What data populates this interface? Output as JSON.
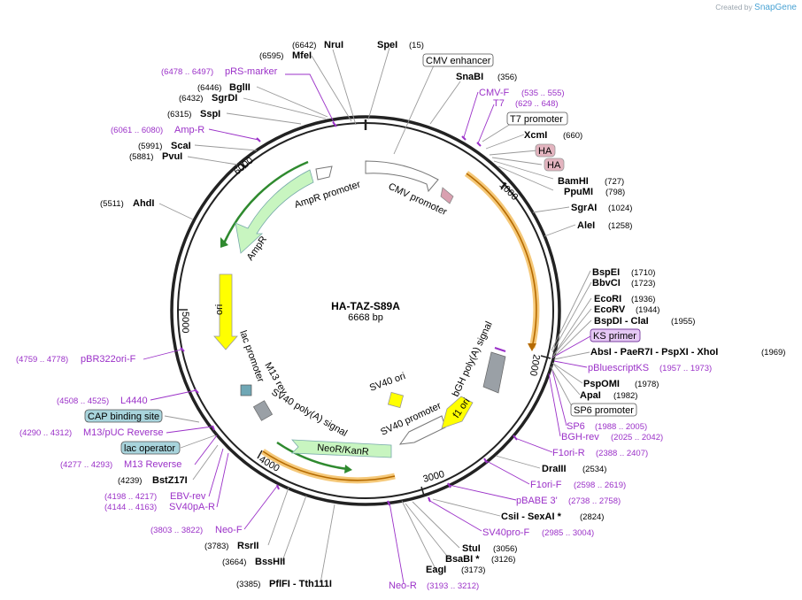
{
  "credit": {
    "prefix": "Created by",
    "brand": "SnapGene"
  },
  "plasmid": {
    "name": "HA-TAZ-S89A",
    "size": "6668 bp"
  },
  "ticks": [
    "1000",
    "2000",
    "3000",
    "4000",
    "5000",
    "6000"
  ],
  "features_inner": [
    {
      "label": "CMV promoter"
    },
    {
      "label": "AmpR promoter"
    },
    {
      "label": "AmpR"
    },
    {
      "label": "ori"
    },
    {
      "label": "lac promoter"
    },
    {
      "label": "M13 rev"
    },
    {
      "label": "SV40 poly(A) signal"
    },
    {
      "label": "NeoR/KanR"
    },
    {
      "label": "SV40 promoter"
    },
    {
      "label": "SV40 ori"
    },
    {
      "label": "f1 ori"
    },
    {
      "label": "bGH poly(A) signal"
    }
  ],
  "sites": [
    {
      "name": "NruI",
      "pos": "(6642)"
    },
    {
      "name": "SpeI",
      "pos": "(15)"
    },
    {
      "name": "MfeI",
      "pos": "(6595)"
    },
    {
      "name": "pRS-marker",
      "pos": "(6478 .. 6497)"
    },
    {
      "name": "BglII",
      "pos": "(6446)"
    },
    {
      "name": "SgrDI",
      "pos": "(6432)"
    },
    {
      "name": "SspI",
      "pos": "(6315)"
    },
    {
      "name": "Amp-R",
      "pos": "(6061 .. 6080)"
    },
    {
      "name": "ScaI",
      "pos": "(5991)"
    },
    {
      "name": "PvuI",
      "pos": "(5881)"
    },
    {
      "name": "AhdI",
      "pos": "(5511)"
    },
    {
      "name": "pBR322ori-F",
      "pos": "(4759 .. 4778)"
    },
    {
      "name": "L4440",
      "pos": "(4508 .. 4525)"
    },
    {
      "name": "CAP binding site",
      "pos": ""
    },
    {
      "name": "M13/pUC Reverse",
      "pos": "(4290 .. 4312)"
    },
    {
      "name": "lac operator",
      "pos": ""
    },
    {
      "name": "M13 Reverse",
      "pos": "(4277 .. 4293)"
    },
    {
      "name": "BstZ17I",
      "pos": "(4239)"
    },
    {
      "name": "EBV-rev",
      "pos": "(4198 .. 4217)"
    },
    {
      "name": "SV40pA-R",
      "pos": "(4144 .. 4163)"
    },
    {
      "name": "Neo-F",
      "pos": "(3803 .. 3822)"
    },
    {
      "name": "RsrII",
      "pos": "(3783)"
    },
    {
      "name": "BssHII",
      "pos": "(3664)"
    },
    {
      "name": "PflFI - Tth111I",
      "pos": "(3385)"
    },
    {
      "name": "Neo-R",
      "pos": "(3193 .. 3212)"
    },
    {
      "name": "EagI",
      "pos": "(3173)"
    },
    {
      "name": "BsaBI *",
      "pos": "(3126)"
    },
    {
      "name": "StuI",
      "pos": "(3056)"
    },
    {
      "name": "SV40pro-F",
      "pos": "(2985 .. 3004)"
    },
    {
      "name": "CsiI - SexAI *",
      "pos": "(2824)"
    },
    {
      "name": "pBABE 3'",
      "pos": "(2738 .. 2758)"
    },
    {
      "name": "F1ori-F",
      "pos": "(2598 .. 2619)"
    },
    {
      "name": "DraIII",
      "pos": "(2534)"
    },
    {
      "name": "F1ori-R",
      "pos": "(2388 .. 2407)"
    },
    {
      "name": "BGH-rev",
      "pos": "(2025 .. 2042)"
    },
    {
      "name": "SP6",
      "pos": "(1988 .. 2005)"
    },
    {
      "name": "SP6 promoter",
      "pos": ""
    },
    {
      "name": "ApaI",
      "pos": "(1982)"
    },
    {
      "name": "PspOMI",
      "pos": "(1978)"
    },
    {
      "name": "pBluescriptKS",
      "pos": "(1957 .. 1973)"
    },
    {
      "name": "AbsI - PaeR7I - PspXI - XhoI",
      "pos": "(1969)"
    },
    {
      "name": "KS primer",
      "pos": ""
    },
    {
      "name": "BspDI - ClaI",
      "pos": "(1955)"
    },
    {
      "name": "EcoRV",
      "pos": "(1944)"
    },
    {
      "name": "EcoRI",
      "pos": "(1936)"
    },
    {
      "name": "BbvCI",
      "pos": "(1723)"
    },
    {
      "name": "BspEI",
      "pos": "(1710)"
    },
    {
      "name": "AleI",
      "pos": "(1258)"
    },
    {
      "name": "SgrAI",
      "pos": "(1024)"
    },
    {
      "name": "PpuMI",
      "pos": "(798)"
    },
    {
      "name": "BamHI",
      "pos": "(727)"
    },
    {
      "name": "HA",
      "pos": ""
    },
    {
      "name": "HA",
      "pos": ""
    },
    {
      "name": "XcmI",
      "pos": "(660)"
    },
    {
      "name": "T7 promoter",
      "pos": ""
    },
    {
      "name": "T7",
      "pos": "(629 .. 648)"
    },
    {
      "name": "CMV-F",
      "pos": "(535 .. 555)"
    },
    {
      "name": "SnaBI",
      "pos": "(356)"
    },
    {
      "name": "CMV enhancer",
      "pos": ""
    }
  ],
  "colors": {
    "primer": "#9b31c8",
    "backbone": "#222222",
    "ampr": "#c8f5c0",
    "ori": "#ffff00",
    "orange": "#f0a020"
  }
}
